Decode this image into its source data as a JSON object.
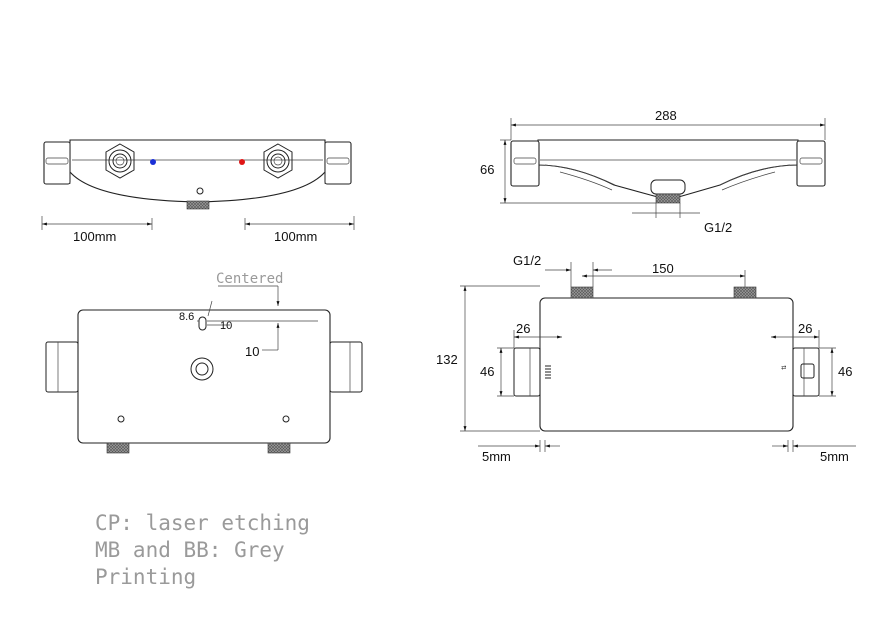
{
  "drawing": {
    "front_view": {
      "left_spacing": "100mm",
      "right_spacing": "100mm",
      "cold_marker_color": "#1a2fd6",
      "hot_marker_color": "#e01515"
    },
    "top_view": {
      "width": "288",
      "height": "66",
      "connector": "G1/2"
    },
    "back_view": {
      "centered_label": "Centered",
      "offset_a": "8.6",
      "offset_b": "10",
      "offset_c": "10"
    },
    "side_view": {
      "connector": "G1/2",
      "inlet_spacing": "150",
      "overall_height": "132",
      "left_depth": "26",
      "right_depth": "26",
      "left_height": "46",
      "right_height": "46",
      "left_gap": "5mm",
      "right_gap": "5mm"
    },
    "notes": [
      "CP: laser etching",
      "MB and BB: Grey",
      "Printing"
    ]
  }
}
